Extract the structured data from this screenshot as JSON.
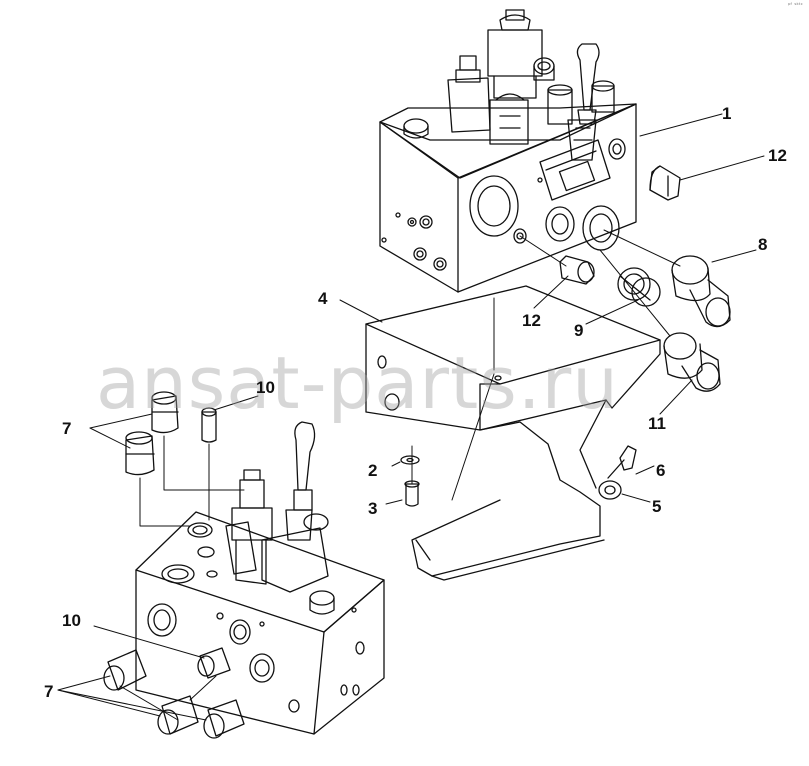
{
  "watermark": {
    "text": "ansat-parts.ru"
  },
  "corner_mark": "ᵖᶠ ˢᵏᵗᶜ",
  "callouts": {
    "c1": "1",
    "c2": "2",
    "c3": "3",
    "c4": "4",
    "c5": "5",
    "c6": "6",
    "c7a": "7",
    "c7b": "7",
    "c8": "8",
    "c9": "9",
    "c10a": "10",
    "c10b": "10",
    "c11": "11",
    "c12a": "12",
    "c12b": "12"
  },
  "parts": {
    "p1": "valve-block-upper",
    "p2": "washer",
    "p3": "bolt",
    "p4": "mounting-bracket",
    "p5": "washer-small",
    "p6": "bolt-small",
    "p7": "fitting-straight",
    "p8": "elbow-fitting",
    "p9": "adapter-fitting",
    "p10": "fitting-small",
    "p11": "elbow-fitting-lower",
    "p12": "plug"
  }
}
